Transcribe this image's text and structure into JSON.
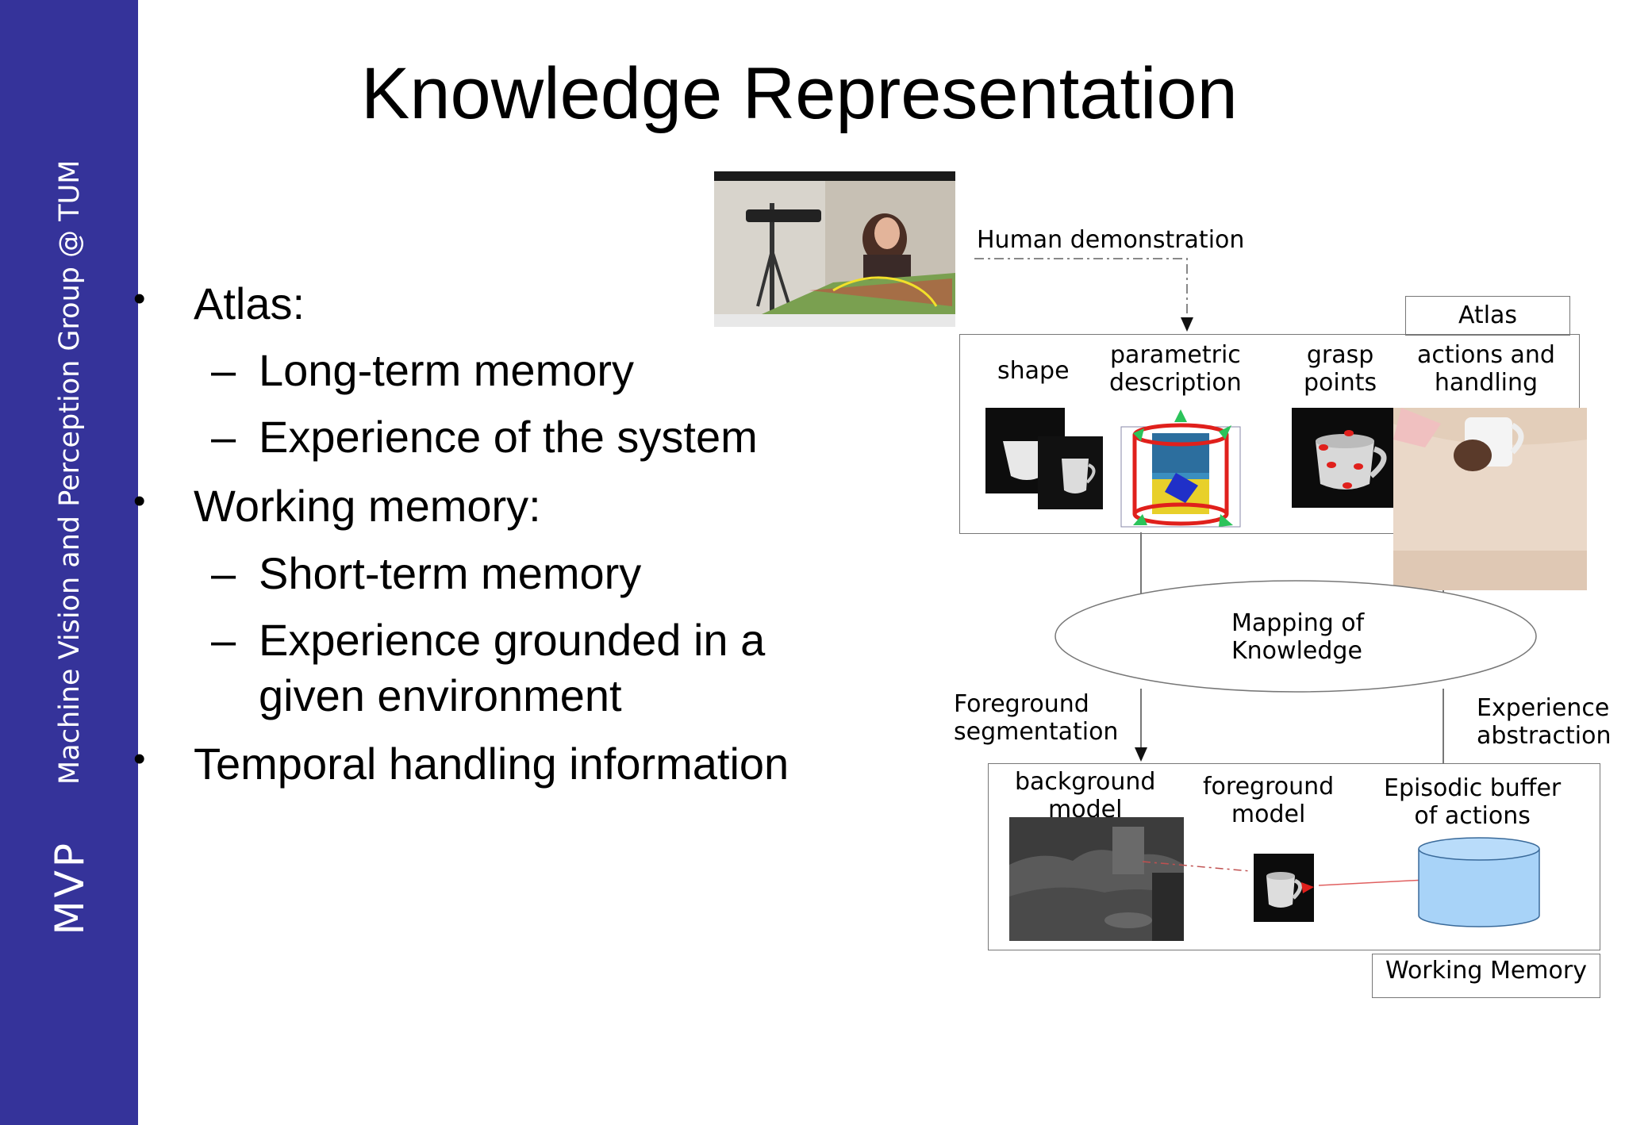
{
  "sidebar": {
    "logo": "MVP",
    "group": "Machine Vision and Perception Group @ TUM"
  },
  "slide": {
    "title": "Knowledge Representation"
  },
  "bullets": {
    "atlas": "Atlas:",
    "long_term": "Long-term memory",
    "experience_system": "Experience of the system",
    "working": "Working memory:",
    "short_term": "Short-term memory",
    "grounded_1": "Experience grounded in a",
    "grounded_2": "given environment",
    "temporal": "Temporal handling information"
  },
  "diagram": {
    "human_demo": "Human demonstration",
    "atlas": "Atlas",
    "shape": "shape",
    "param_1": "parametric",
    "param_2": "description",
    "grasp_1": "grasp",
    "grasp_2": "points",
    "actions_1": "actions and",
    "actions_2": "handling",
    "mapping_1": "Mapping of",
    "mapping_2": "Knowledge",
    "fg_seg_1": "Foreground",
    "fg_seg_2": "segmentation",
    "exp_abs_1": "Experience",
    "exp_abs_2": "abstraction",
    "bg_model_1": "background",
    "bg_model_2": "model",
    "fg_model_1": "foreground",
    "fg_model_2": "model",
    "episodic_1": "Episodic buffer",
    "episodic_2": "of actions",
    "working_memory": "Working Memory"
  },
  "colors": {
    "sidebar": "#35339a",
    "cylinder": "#a8d3f8",
    "accent_red": "#e0201c"
  }
}
